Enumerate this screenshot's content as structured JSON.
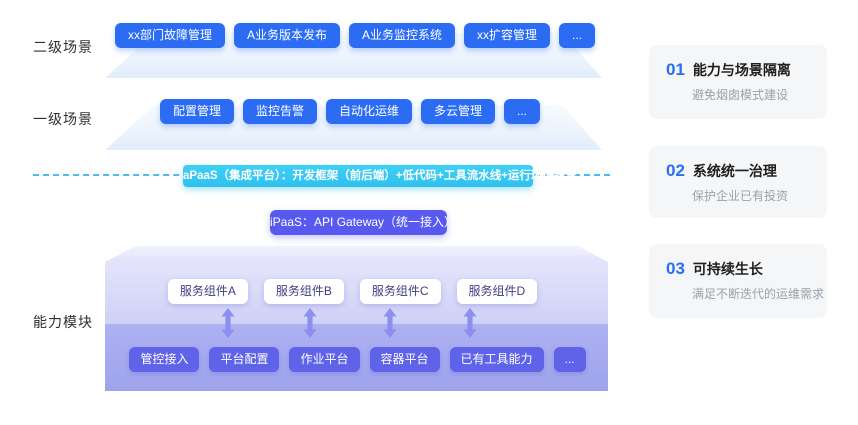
{
  "labels": {
    "secondary": "二级场景",
    "primary": "一级场景",
    "capability": "能力模块"
  },
  "secondary_row": {
    "items": [
      "xx部门故障管理",
      "A业务版本发布",
      "A业务监控系统",
      "xx扩容管理",
      "..."
    ]
  },
  "primary_row": {
    "items": [
      "配置管理",
      "监控告警",
      "自动化运维",
      "多云管理",
      "..."
    ]
  },
  "apaas_bar": {
    "label": "aPaaS（集成平台）：开发框架（前后端）+低代码+工具流水线+运行环境托管"
  },
  "ipaas_button": {
    "label": "iPaaS：API Gateway（统一接入）"
  },
  "components": {
    "items": [
      "服务组件A",
      "服务组件B",
      "服务组件C",
      "服务组件D"
    ]
  },
  "platforms": {
    "items": [
      "管控接入",
      "平台配置",
      "作业平台",
      "容器平台",
      "已有工具能力",
      "..."
    ]
  },
  "cards": [
    {
      "number": "01",
      "title": "能力与场景隔离",
      "subtitle": "避免烟囱模式建设"
    },
    {
      "number": "02",
      "title": "系统统一治理",
      "subtitle": "保护企业已有投资"
    },
    {
      "number": "03",
      "title": "可持续生长",
      "subtitle": "满足不断迭代的运维需求"
    }
  ],
  "colors": {
    "scenario_button_blue": "#2b6cf3",
    "apaas_cyan": "#2fc0ef",
    "ipaas_indigo": "#5859ef",
    "platform_button_purple": "#5e63e8",
    "dashed_line_blue": "#49bdf3",
    "capability_body_light": "#d9daf8",
    "capability_body_dark": "#a8abee",
    "card_background": "#f5f6f8",
    "card_number_blue": "#2a6df4",
    "arrow_purple": "#8b8ff0"
  }
}
